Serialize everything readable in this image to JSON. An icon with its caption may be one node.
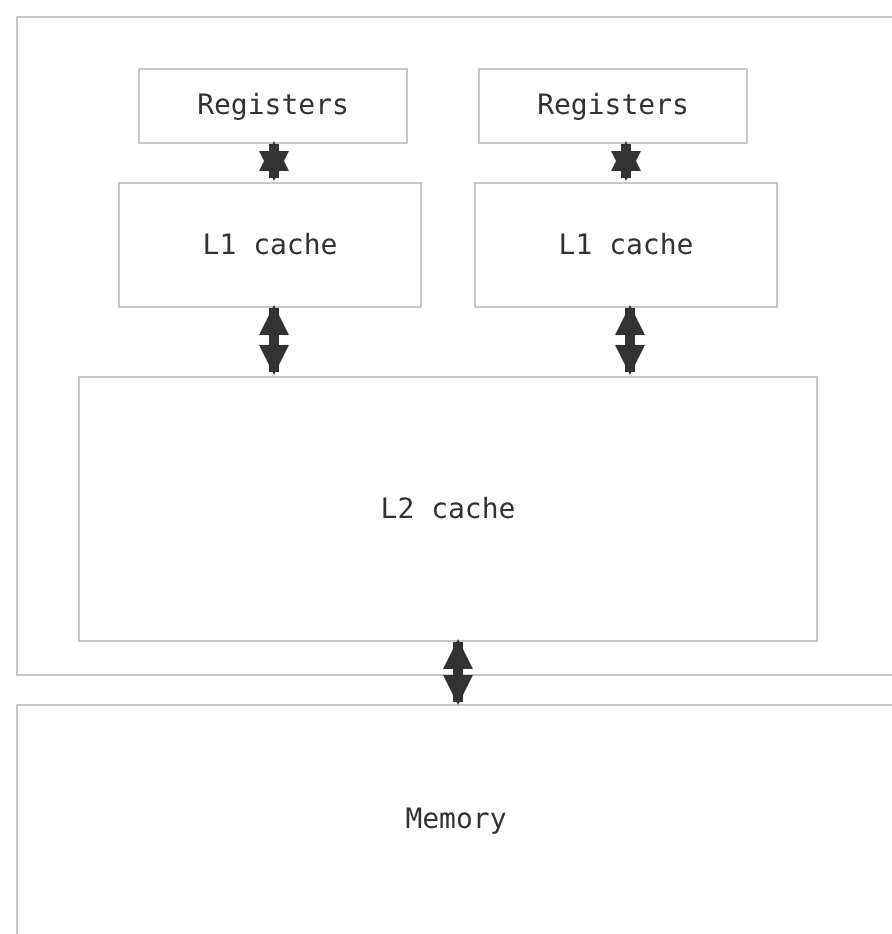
{
  "diagram": {
    "nodes": [
      {
        "text": [],
        "shape": "box"
      },
      {
        "text": [
          "Registers"
        ],
        "in": 0
      },
      {
        "text": [
          "Registers"
        ],
        "in": 0
      },
      {
        "text": [
          "L1 cache"
        ],
        "in": 0
      },
      {
        "text": [
          "L1 cache"
        ],
        "in": 0
      },
      {
        "text": [
          "L2 cache"
        ],
        "in": 0
      },
      {
        "text": [
          "Memory"
        ]
      }
    ],
    "edges": [
      {
        "from": 1,
        "to": 3,
        "arrow": "both"
      },
      {
        "from": 2,
        "to": 4,
        "arrow": "both"
      },
      {
        "from": 3,
        "to": 5,
        "arrow": "both"
      },
      {
        "from": 4,
        "to": 5,
        "arrow": "both"
      },
      {
        "from": 5,
        "to": 6,
        "arrow": "both"
      }
    ]
  }
}
